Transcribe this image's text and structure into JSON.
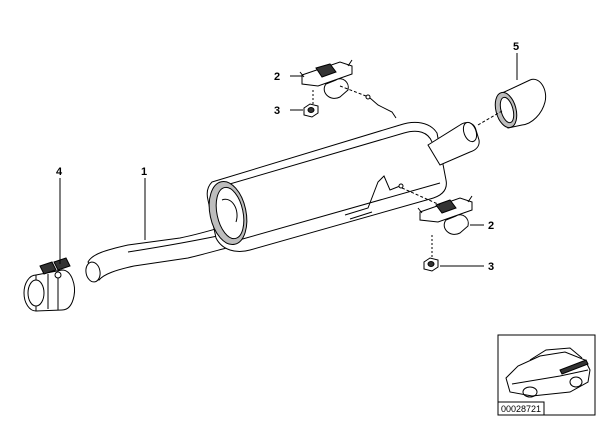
{
  "callouts": {
    "c1": "1",
    "c2a": "2",
    "c2b": "2",
    "c3a": "3",
    "c3b": "3",
    "c4": "4",
    "c5": "5"
  },
  "thumbnail": {
    "part_number": "00028721"
  }
}
